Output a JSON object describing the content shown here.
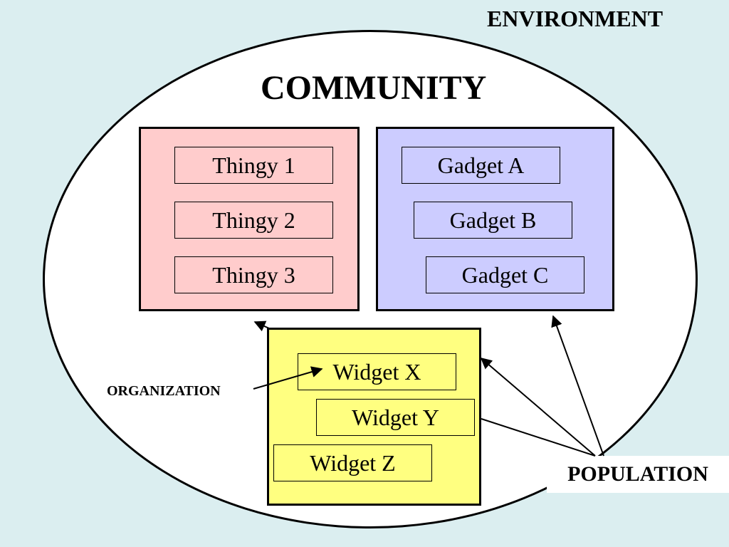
{
  "environment_label": "ENVIRONMENT",
  "community_label": "COMMUNITY",
  "groups": [
    {
      "name": "thingy-group",
      "color": "#ffcccc",
      "items": [
        "Thingy 1",
        "Thingy 2",
        "Thingy 3"
      ]
    },
    {
      "name": "gadget-group",
      "color": "#ccccff",
      "items": [
        "Gadget A",
        "Gadget B",
        "Gadget C"
      ]
    },
    {
      "name": "widget-group",
      "color": "#ffff80",
      "items": [
        "Widget X",
        "Widget Y",
        "Widget Z"
      ]
    }
  ],
  "organization_label": "ORGANIZATION",
  "population_label": "POPULATION",
  "colors": {
    "background": "#dbeef0",
    "ellipse": "#ffffff",
    "stroke": "#000000"
  }
}
